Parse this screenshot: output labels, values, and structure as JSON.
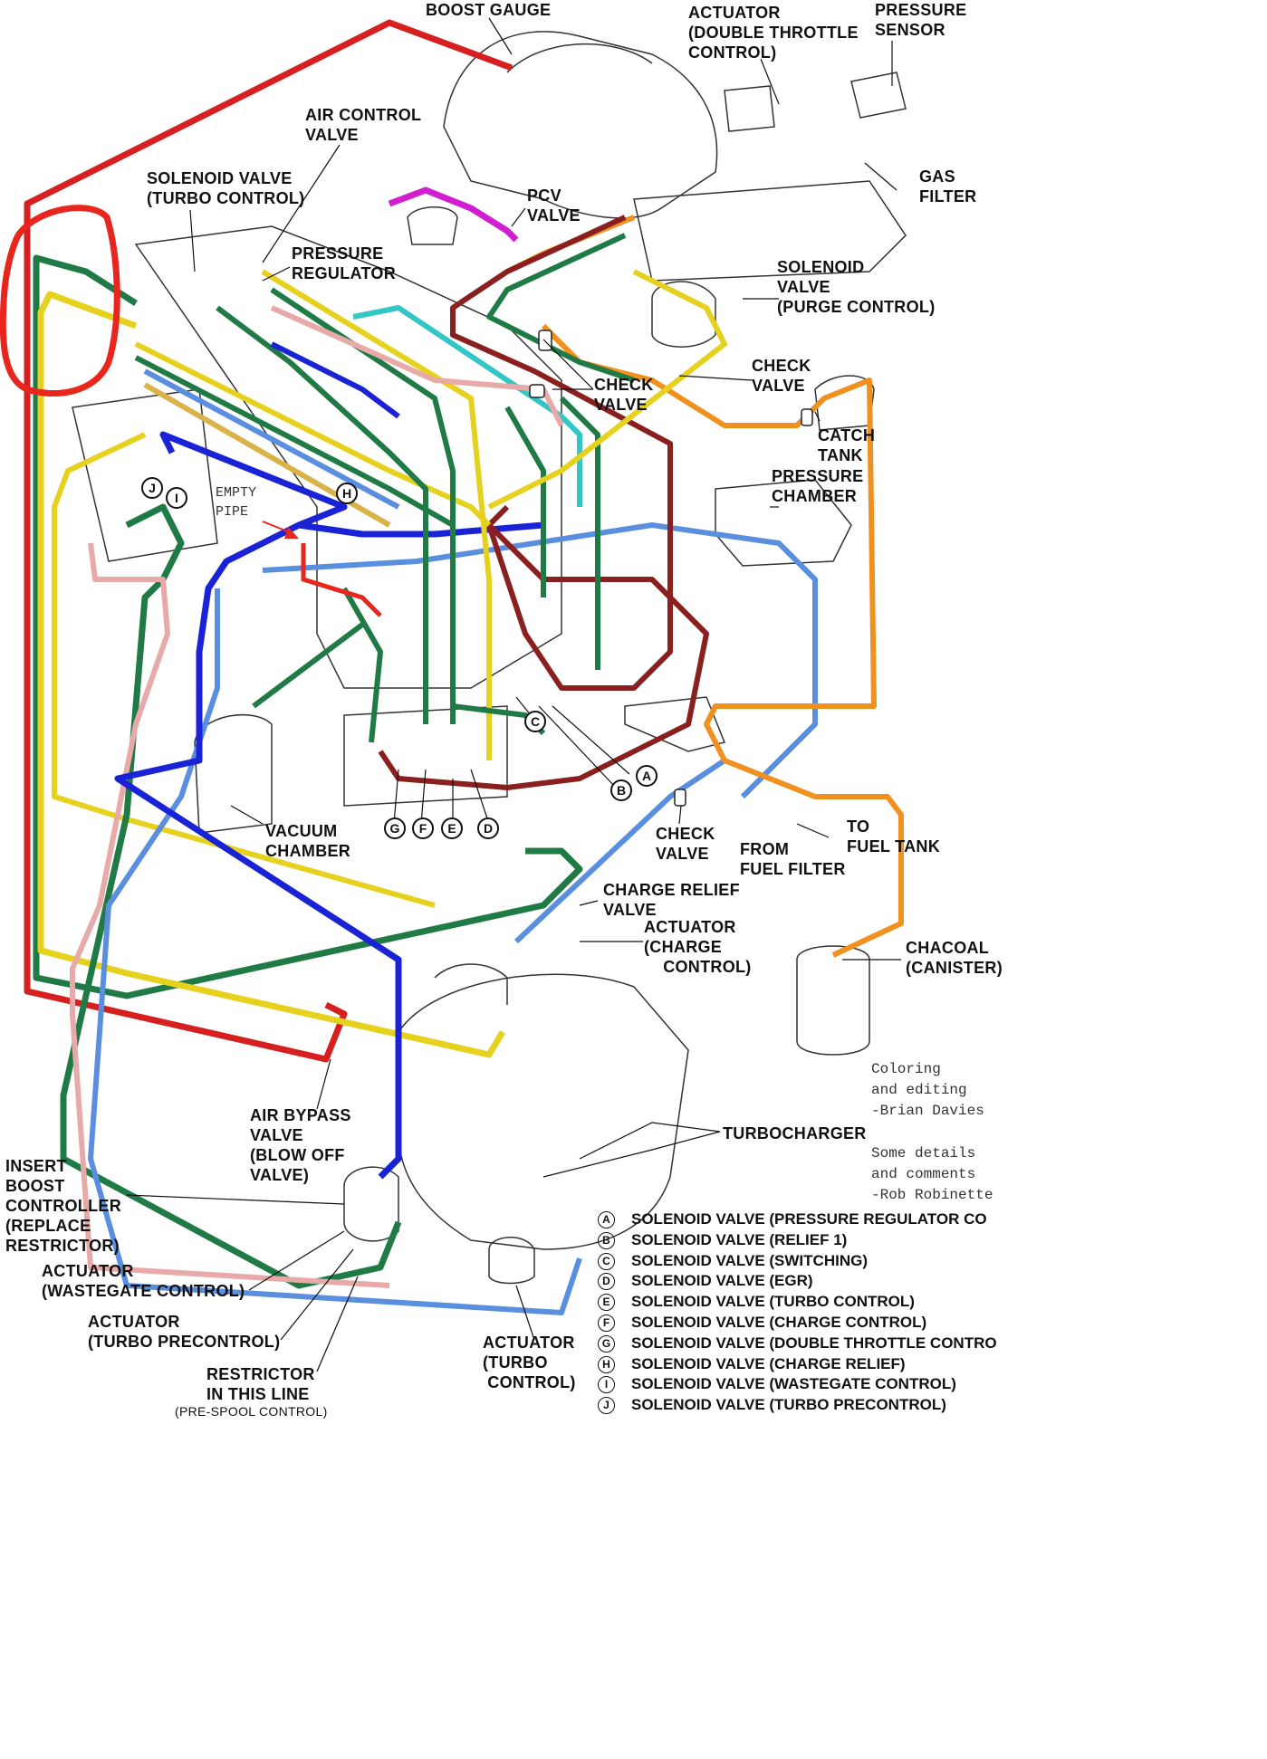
{
  "labels": {
    "boost_gauge": "BOOST GAUGE",
    "actuator_dtc": "ACTUATOR\n(DOUBLE THROTTLE\nCONTROL)",
    "pressure_sensor": "PRESSURE\nSENSOR",
    "air_control_valve": "AIR CONTROL\nVALVE",
    "gas_filter": "GAS\nFILTER",
    "solenoid_turbo": "SOLENOID VALVE\n(TURBO CONTROL)",
    "pcv_valve": "PCV\nVALVE",
    "pressure_regulator": "PRESSURE\nREGULATOR",
    "solenoid_purge": "SOLENOID\nVALVE\n(PURGE CONTROL)",
    "check_valve_1": "CHECK\nVALVE",
    "check_valve_2": "CHECK\nVALVE",
    "catch_tank": "CATCH\nTANK",
    "pressure_chamber": "PRESSURE\nCHAMBER",
    "empty_pipe": "EMPTY\nPIPE",
    "vacuum_chamber": "VACUUM\nCHAMBER",
    "check_valve_3": "CHECK\nVALVE",
    "from_fuel_filter": "FROM\nFUEL FILTER",
    "to_fuel_tank": "TO\nFUEL TANK",
    "charge_relief_valve": "CHARGE RELIEF\nVALVE",
    "actuator_charge": "ACTUATOR\n(CHARGE\n    CONTROL)",
    "chacoal_canister": "CHACOAL\n(CANISTER)",
    "credit_coloring": "Coloring\nand editing\n-Brian Davies",
    "credit_details": "Some details\nand comments\n-Rob Robinette",
    "air_bypass": "AIR BYPASS\nVALVE\n(BLOW OFF\nVALVE)",
    "turbocharger": "TURBOCHARGER",
    "insert_boost": "INSERT\nBOOST\nCONTROLLER\n(REPLACE\nRESTRICTOR)",
    "actuator_wastegate": "ACTUATOR\n(WASTEGATE CONTROL)",
    "actuator_precontrol": "ACTUATOR\n(TURBO PRECONTROL)",
    "restrictor": "RESTRICTOR\nIN THIS LINE",
    "prespool": "(PRE-SPOOL CONTROL)",
    "actuator_turbo_control": "ACTUATOR\n(TURBO\n CONTROL)",
    "marker_a": "A",
    "marker_b": "B",
    "marker_c": "C",
    "marker_d": "D",
    "marker_e": "E",
    "marker_f": "F",
    "marker_g": "G",
    "marker_h": "H",
    "marker_i": "I",
    "marker_j": "J"
  },
  "legend": [
    {
      "key": "A",
      "text": "SOLENOID VALVE (PRESSURE REGULATOR CO"
    },
    {
      "key": "B",
      "text": "SOLENOID VALVE (RELIEF 1)"
    },
    {
      "key": "C",
      "text": "SOLENOID VALVE (SWITCHING)"
    },
    {
      "key": "D",
      "text": "SOLENOID VALVE (EGR)"
    },
    {
      "key": "E",
      "text": "SOLENOID VALVE (TURBO CONTROL)"
    },
    {
      "key": "F",
      "text": "SOLENOID VALVE (CHARGE CONTROL)"
    },
    {
      "key": "G",
      "text": "SOLENOID VALVE (DOUBLE THROTTLE CONTRO"
    },
    {
      "key": "H",
      "text": "SOLENOID VALVE (CHARGE RELIEF)"
    },
    {
      "key": "I",
      "text": "SOLENOID VALVE (WASTEGATE CONTROL)"
    },
    {
      "key": "J",
      "text": "SOLENOID VALVE (TURBO PRECONTROL)"
    }
  ],
  "colors": {
    "red": "#d62020",
    "dark_green": "#1f7a45",
    "yellow": "#e6d21e",
    "blue": "#1a22d6",
    "light_blue": "#5a8fe0",
    "pink": "#e8a9a9",
    "orange": "#f0901e",
    "maroon": "#8a1f1f",
    "magenta": "#d01ed0",
    "teal": "#34c6c6",
    "tan": "#d9b24a",
    "highlight": "#e8261e"
  }
}
